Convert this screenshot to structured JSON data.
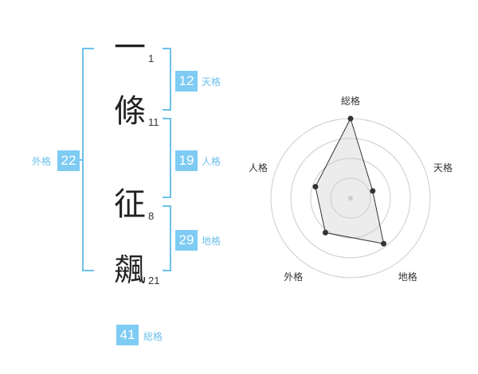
{
  "name": {
    "chars": [
      {
        "char": "一",
        "strokes": "1"
      },
      {
        "char": "條",
        "strokes": "11"
      },
      {
        "char": "征",
        "strokes": "8"
      },
      {
        "char": "飆",
        "strokes": "21"
      }
    ]
  },
  "fortunes": {
    "tenkaku": {
      "label": "天格",
      "value": "12"
    },
    "jinkaku": {
      "label": "人格",
      "value": "19"
    },
    "chikaku": {
      "label": "地格",
      "value": "29"
    },
    "gaikaku": {
      "label": "外格",
      "value": "22"
    },
    "soukaku": {
      "label": "総格",
      "value": "41"
    }
  },
  "colors": {
    "accent": "#7ecbf3",
    "bracket": "#6cc0ec"
  },
  "chart_data": {
    "type": "radar",
    "axes": [
      "総格",
      "天格",
      "地格",
      "外格",
      "人格"
    ],
    "values": [
      41,
      12,
      29,
      22,
      19
    ],
    "r_max": 41
  }
}
